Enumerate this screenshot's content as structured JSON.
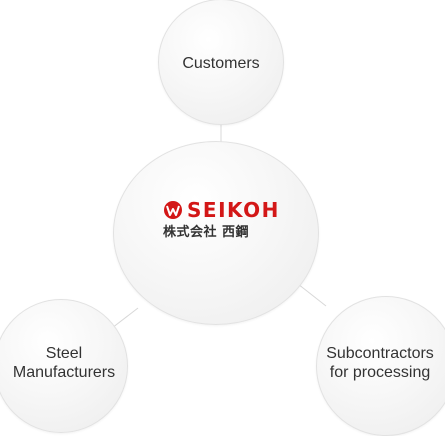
{
  "diagram": {
    "nodes": {
      "top": {
        "label": "Customers"
      },
      "center": {
        "logo_text": "SEIKOH",
        "logo_subtitle": "株式会社 西鋼"
      },
      "left": {
        "line1": "Steel",
        "line2": "Manufacturers"
      },
      "right": {
        "line1": "Subcontractors",
        "line2": "for processing"
      }
    },
    "colors": {
      "logo_red": "#d31717",
      "label_text": "#333333",
      "connector": "#d8d8d8",
      "circle_border": "#e2e2e2"
    }
  }
}
